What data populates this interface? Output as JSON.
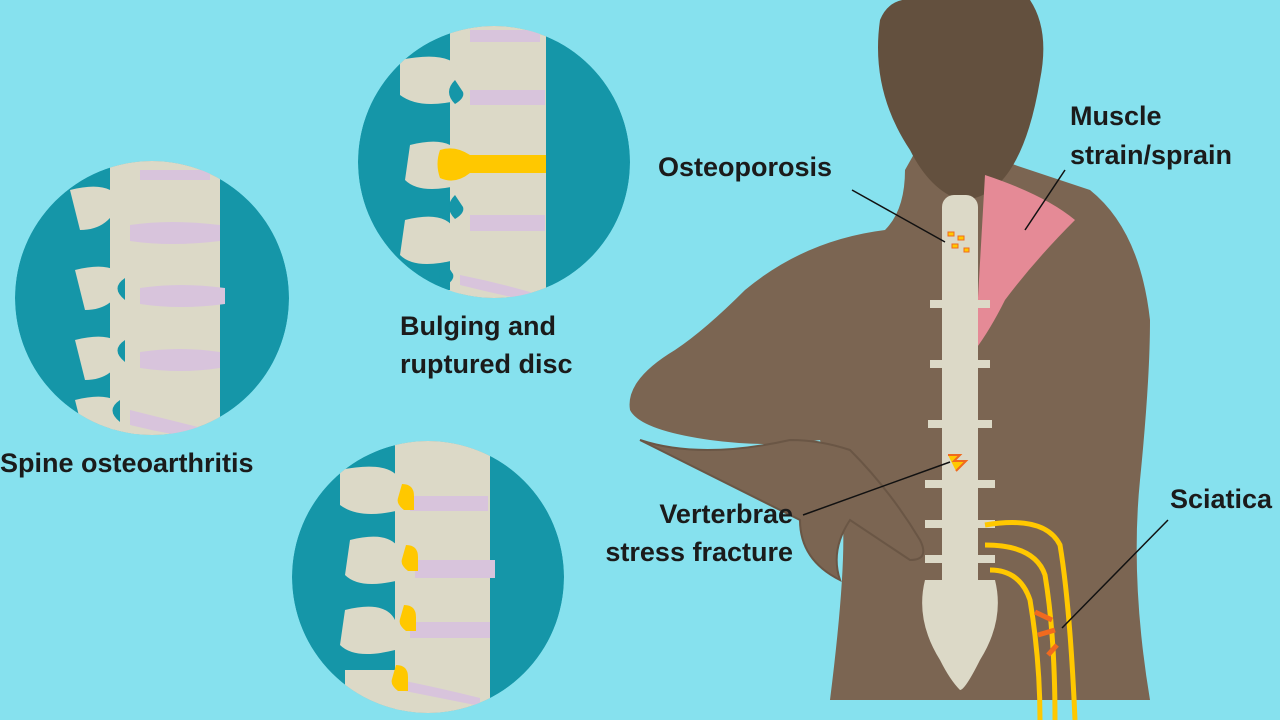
{
  "labels": {
    "osteoporosis": "Osteoporosis",
    "muscle_line1": "Muscle",
    "muscle_line2": "strain/sprain",
    "bulging_line1": "Bulging and",
    "bulging_line2": "ruptured disc",
    "spine_oa": "Spine osteoarthritis",
    "fracture_line1": "Verterbrae",
    "fracture_line2": "stress fracture",
    "sciatica": "Sciatica"
  },
  "colors": {
    "background": "#86e1ee",
    "circle": "#1596a8",
    "bone": "#dcd9c7",
    "disc": "#d8c4dc",
    "highlight": "#ffc800",
    "body": "#7b6552",
    "head": "#63503e",
    "muscle": "#e58a96",
    "pain": "#f06a1e"
  }
}
